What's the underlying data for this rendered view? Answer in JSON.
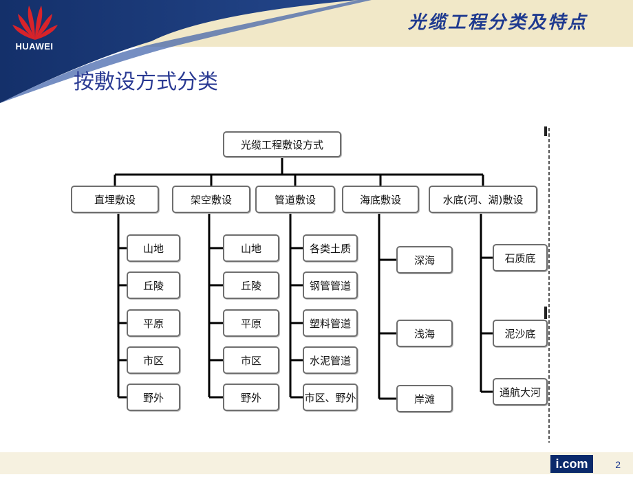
{
  "header": {
    "brand_name": "HUAWEI",
    "slide_title": "光缆工程分类及特点"
  },
  "section_heading": "按敷设方式分类",
  "diagram": {
    "root": "光缆工程敷设方式",
    "categories": [
      {
        "label": "直埋敷设",
        "children": [
          "山地",
          "丘陵",
          "平原",
          "市区",
          "野外"
        ]
      },
      {
        "label": "架空敷设",
        "children": [
          "山地",
          "丘陵",
          "平原",
          "市区",
          "野外"
        ]
      },
      {
        "label": "管道敷设",
        "children": [
          "各类土质",
          "钢管管道",
          "塑料管道",
          "水泥管道",
          "市区、野外"
        ]
      },
      {
        "label": "海底敷设",
        "children": [
          "深海",
          "浅海",
          "岸滩"
        ]
      },
      {
        "label": "水底(河、湖)敷设",
        "children": [
          "石质底",
          "泥沙底",
          "通航大河"
        ]
      }
    ]
  },
  "footer": {
    "brand_fragment": "i.com",
    "page_number": "2"
  },
  "colors": {
    "header_navy": "#1c3a7a",
    "header_beige": "#f1e8c8",
    "title_blue": "#1f3a8f",
    "logo_red": "#d8232a"
  }
}
